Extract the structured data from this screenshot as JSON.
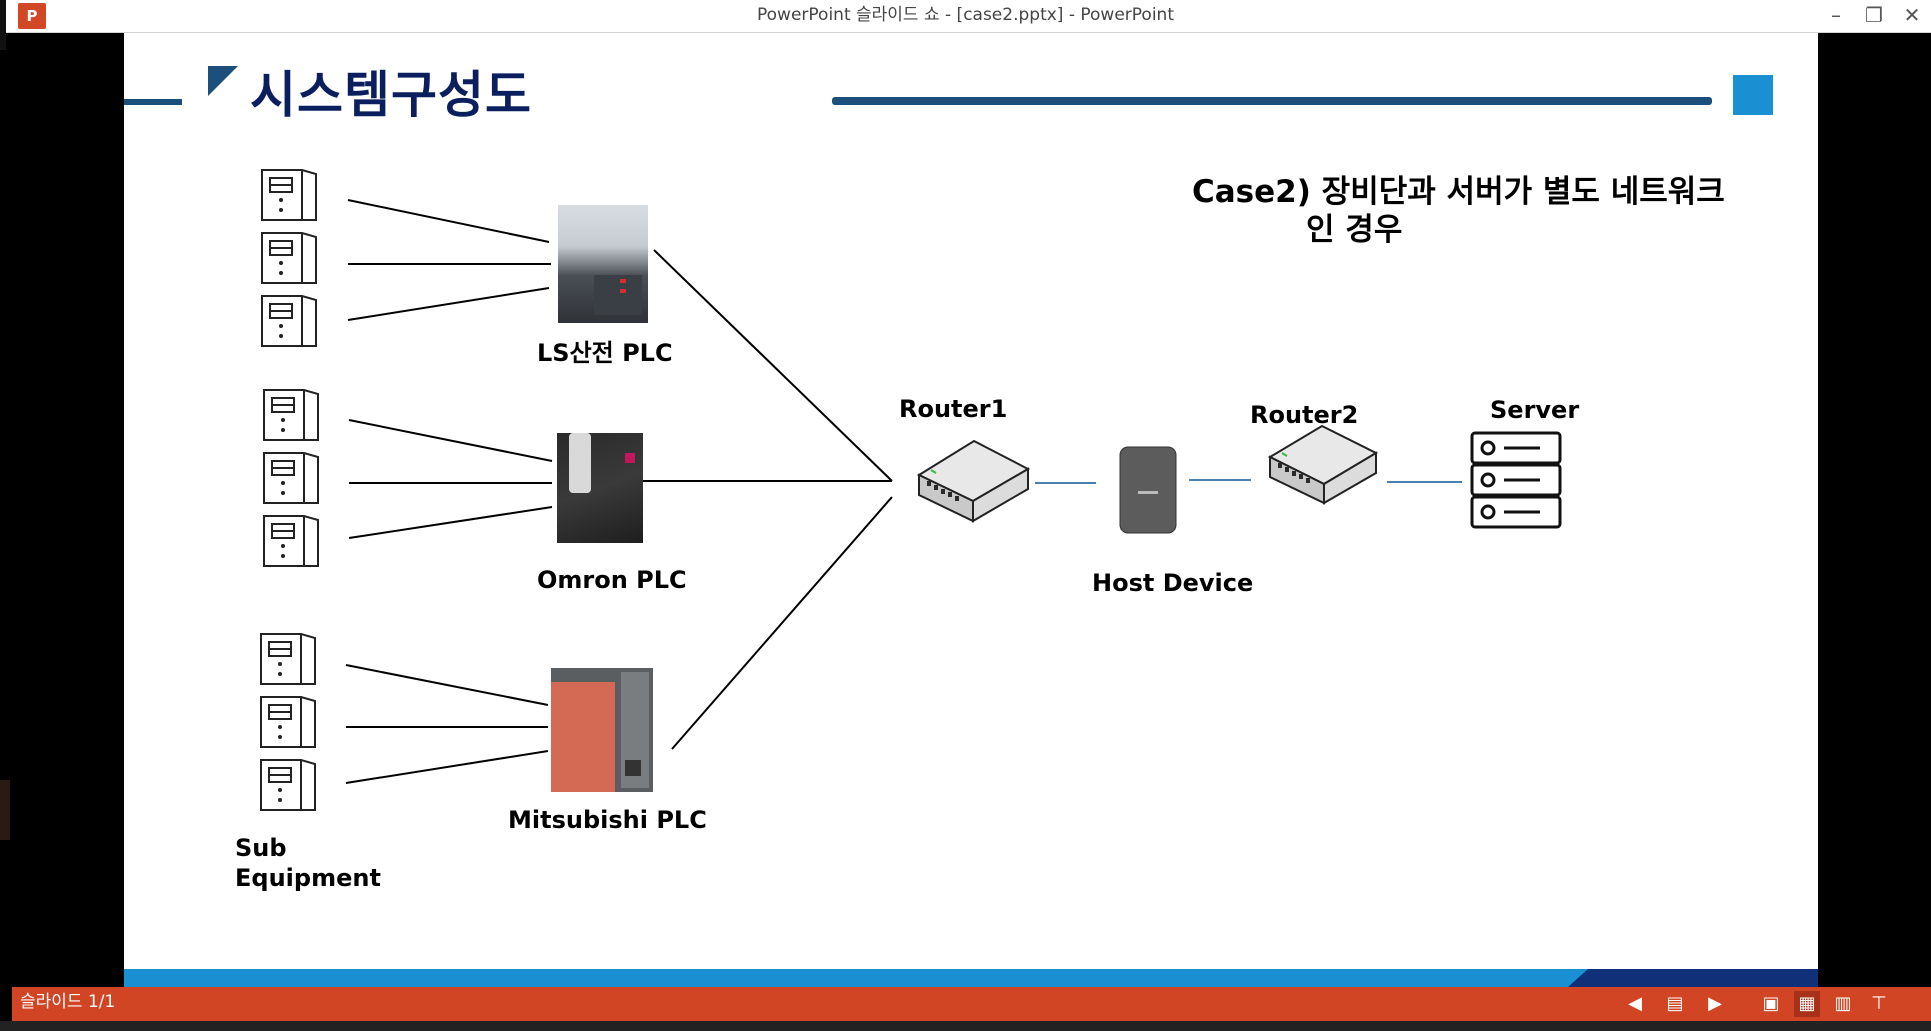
{
  "window": {
    "title": "PowerPoint 슬라이드 쇼 - [case2.pptx] - PowerPoint",
    "logo_letter": "P",
    "minimize": "–",
    "restore": "❐",
    "close": "✕"
  },
  "slide": {
    "title": "시스템구성도",
    "case_line1": "Case2) 장비단과 서버가 별도 네트워크",
    "case_line2": "인 경우",
    "labels": {
      "ls_plc": "LS산전 PLC",
      "omron_plc": "Omron PLC",
      "mitsubishi_plc": "Mitsubishi PLC",
      "sub_equipment_1": "Sub",
      "sub_equipment_2": "Equipment",
      "router1": "Router1",
      "router2": "Router2",
      "host_device": "Host Device",
      "server": "Server"
    },
    "colors": {
      "title": "#0b1f5e",
      "accent_blue": "#1a8fd2",
      "navy": "#10307a",
      "line": "#1d4f7c"
    }
  },
  "statusbar": {
    "slide_counter": "슬라이드 1/1",
    "icons": [
      "prev-icon",
      "notes-icon",
      "next-icon",
      "normal-view-icon",
      "slide-sorter-icon",
      "reading-view-icon",
      "slideshow-icon"
    ]
  }
}
